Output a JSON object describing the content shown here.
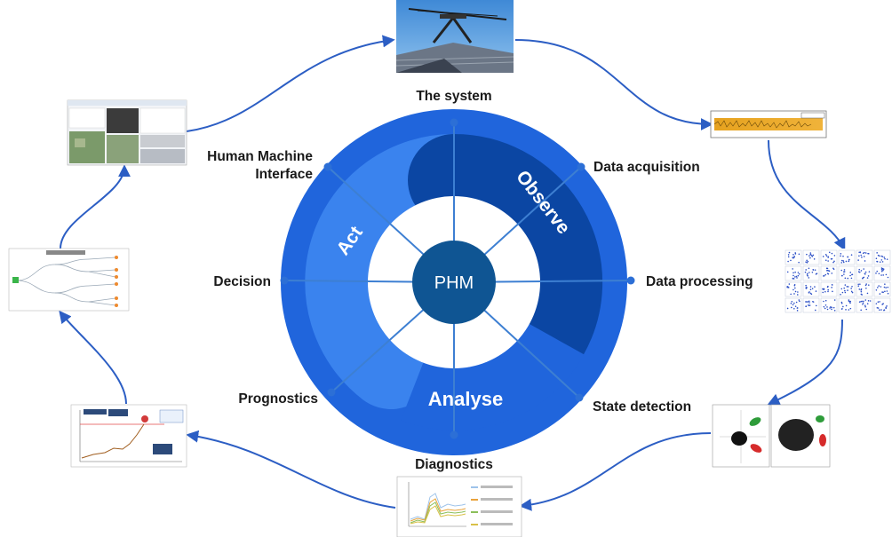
{
  "center": {
    "label": "PHM"
  },
  "phases": {
    "observe": "Observe",
    "analyse": "Analyse",
    "act": "Act"
  },
  "spokes": {
    "system": "The system",
    "acquisition": "Data acquisition",
    "processing": "Data processing",
    "state": "State detection",
    "diagnostics": "Diagnostics",
    "prognostics": "Prognostics",
    "decision": "Decision",
    "hmi_line1": "Human Machine",
    "hmi_line2": "Interface"
  },
  "colors": {
    "observe": "#0b46a3",
    "analyse": "#2065dc",
    "act": "#3a83ee",
    "center": "#0f5593",
    "spoke": "#3d7fd2",
    "arrow": "#2c5ec4",
    "dot": "#2c6fd6"
  },
  "thumbnails": [
    {
      "id": "system",
      "content": "photo of pantograph on catenary line"
    },
    {
      "id": "acquisition",
      "content": "time series signal plot"
    },
    {
      "id": "processing",
      "content": "scatter matrix of features"
    },
    {
      "id": "state",
      "content": "two cluster scatter plots"
    },
    {
      "id": "diagnostics",
      "content": "multi-line chart"
    },
    {
      "id": "prognostics",
      "content": "degradation curve with threshold"
    },
    {
      "id": "decision",
      "content": "decision tree"
    },
    {
      "id": "hmi",
      "content": "dashboard with map"
    }
  ]
}
